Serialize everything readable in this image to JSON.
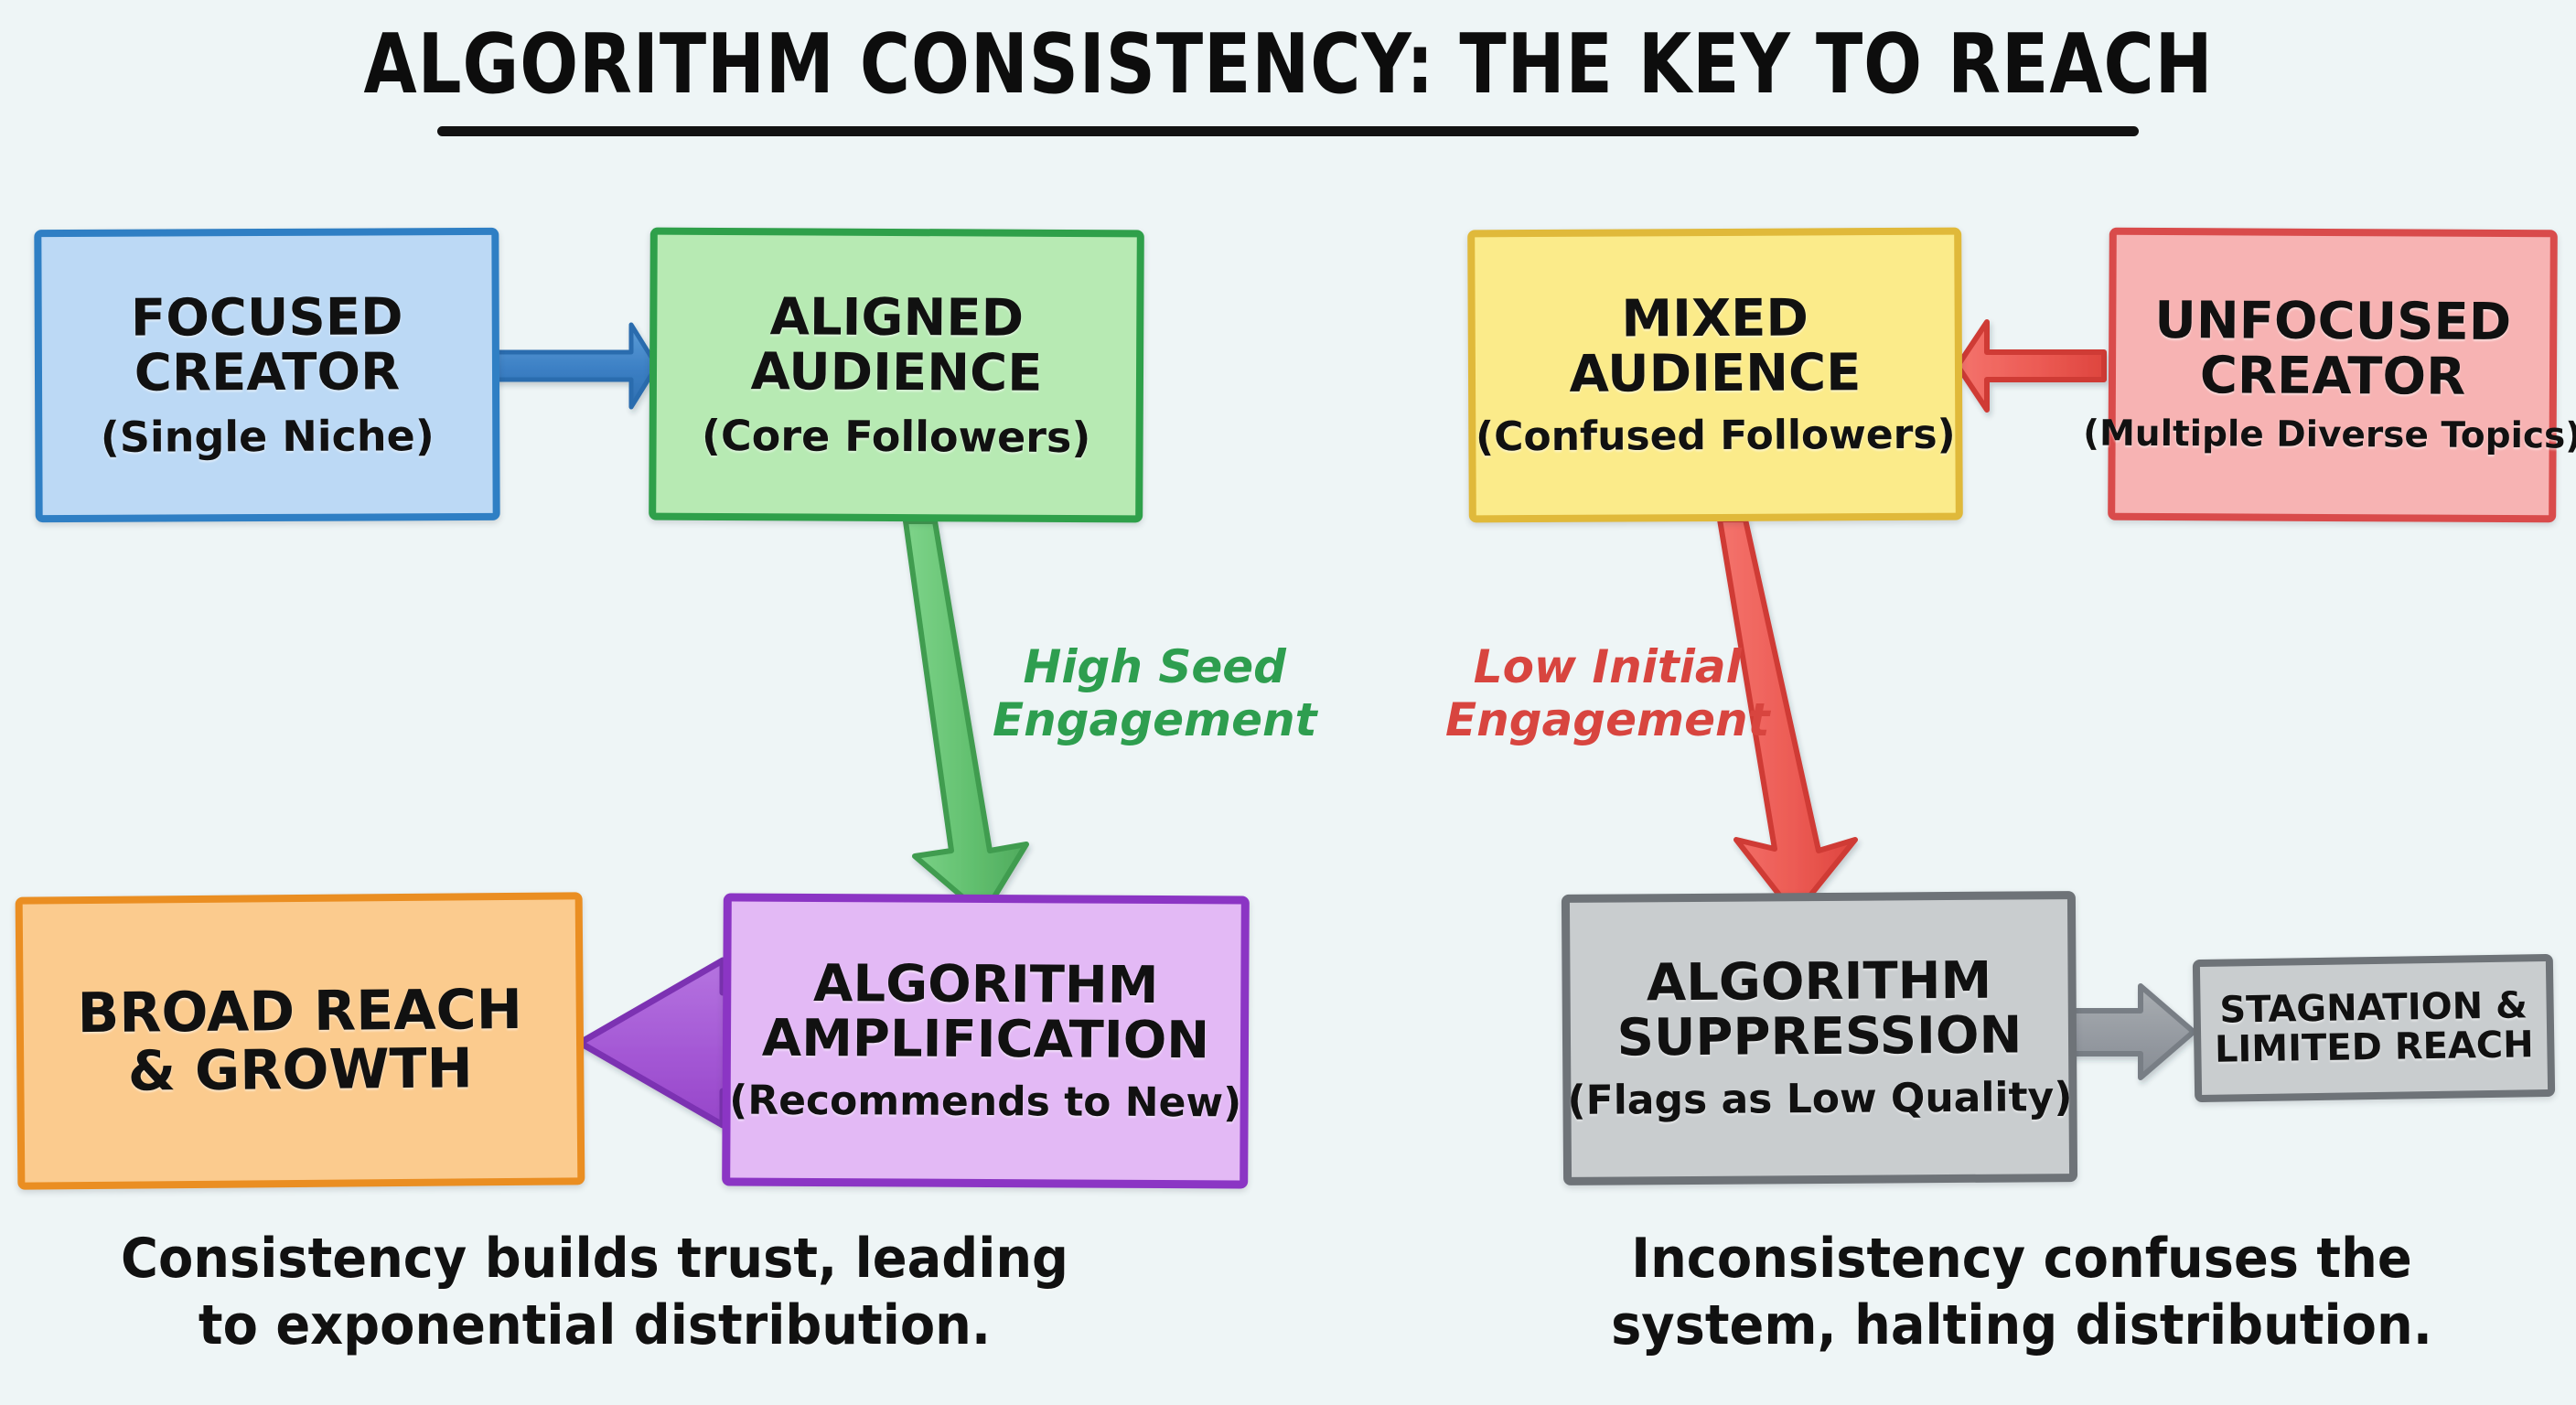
{
  "header": {
    "title": "ALGORITHM CONSISTENCY: THE KEY TO REACH"
  },
  "nodes": {
    "focused_creator": {
      "line1": "FOCUSED",
      "line2": "CREATOR",
      "sub": "(Single Niche)",
      "fill": "#bcd9f5",
      "stroke": "#2f7fc4"
    },
    "aligned_audience": {
      "line1": "ALIGNED",
      "line2": "AUDIENCE",
      "sub": "(Core Followers)",
      "fill": "#b7eab3",
      "stroke": "#2fa04a"
    },
    "mixed_audience": {
      "line1": "MIXED",
      "line2": "AUDIENCE",
      "sub": "(Confused Followers)",
      "fill": "#fbeb8a",
      "stroke": "#e0b93a"
    },
    "unfocused_creator": {
      "line1": "UNFOCUSED",
      "line2": "CREATOR",
      "sub": "(Multiple Diverse Topics)",
      "fill": "#f7b3b3",
      "stroke": "#d94b4b"
    },
    "broad_reach": {
      "line1": "BROAD REACH",
      "line2": "& GROWTH",
      "sub": "",
      "fill": "#fbcb8e",
      "stroke": "#ea8e22"
    },
    "algorithm_amplification": {
      "line1": "ALGORITHM",
      "line2": "AMPLIFICATION",
      "sub": "(Recommends to New)",
      "fill": "#e3b9f5",
      "stroke": "#8b35c4"
    },
    "algorithm_suppression": {
      "line1": "ALGORITHM",
      "line2": "SUPPRESSION",
      "sub": "(Flags as Low Quality)",
      "fill": "#c9cdcf",
      "stroke": "#6e7378"
    },
    "stagnation": {
      "line1": "STAGNATION &",
      "line2": "LIMITED REACH",
      "sub": "",
      "fill": "#c9cdcf",
      "stroke": "#6e7378"
    }
  },
  "edges": {
    "creator_to_audience": {
      "label": "",
      "color": "#2f7fc4",
      "direction": "right"
    },
    "audience_to_amplify": {
      "label_line1": "High Seed",
      "label_line2": "Engagement",
      "color": "#4caf50",
      "direction": "down"
    },
    "amplify_to_reach": {
      "label": "",
      "color": "#9c4ed1",
      "direction": "left"
    },
    "unfocused_to_mixed": {
      "label": "",
      "color": "#e8524c",
      "direction": "left"
    },
    "mixed_to_suppression": {
      "label_line1": "Low Initial",
      "label_line2": "Engagement",
      "color": "#e8524c",
      "direction": "down"
    },
    "suppression_to_stagnation": {
      "label": "",
      "color": "#8b9094",
      "direction": "right"
    }
  },
  "captions": {
    "left_line1": "Consistency builds trust, leading",
    "left_line2": "to exponential distribution.",
    "right_line1": "Inconsistency confuses the",
    "right_line2": "system, halting distribution."
  },
  "theme": {
    "background": "#eef5f6",
    "text": "#111111",
    "green_label": "#2e9e4f",
    "red_label": "#d8453f"
  }
}
